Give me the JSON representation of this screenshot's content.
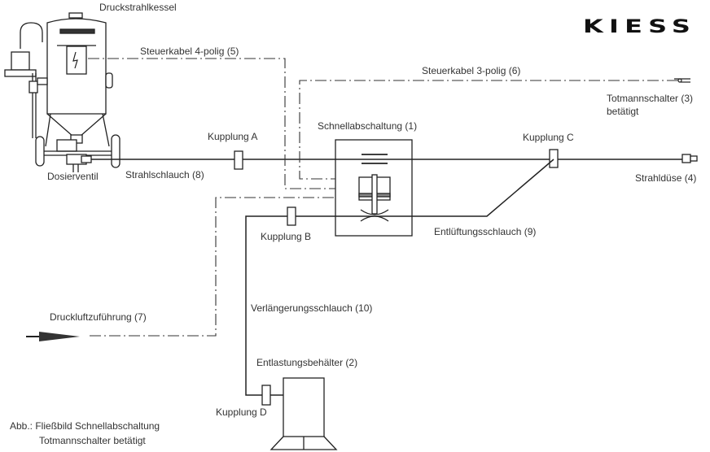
{
  "brand": {
    "logo_text": "KIESS"
  },
  "labels": {
    "kessel": "Druckstrahlkessel",
    "steuerkabel4": "Steuerkabel 4-polig (5)",
    "steuerkabel3": "Steuerkabel 3-polig (6)",
    "totmann_line1": "Totmannschalter (3)",
    "totmann_line2": "betätigt",
    "schnellabschaltung": "Schnellabschaltung (1)",
    "kupplung_a": "Kupplung A",
    "kupplung_b": "Kupplung B",
    "kupplung_c": "Kupplung C",
    "kupplung_d": "Kupplung D",
    "dosierventil": "Dosierventil",
    "strahlschlauch": "Strahlschlauch (8)",
    "strahlduese": "Strahldüse (4)",
    "entlueftung": "Entlüftungsschlauch (9)",
    "verlaengerung": "Verlängerungsschlauch (10)",
    "druckluft": "Druckluftzuführung (7)",
    "entlastung": "Entlastungsbehälter (2)",
    "caption_line1": "Abb.: Fließbild Schnellabschaltung",
    "caption_line2": "Totmannschalter betätigt"
  },
  "colors": {
    "line": "#222222",
    "text": "#333333"
  }
}
